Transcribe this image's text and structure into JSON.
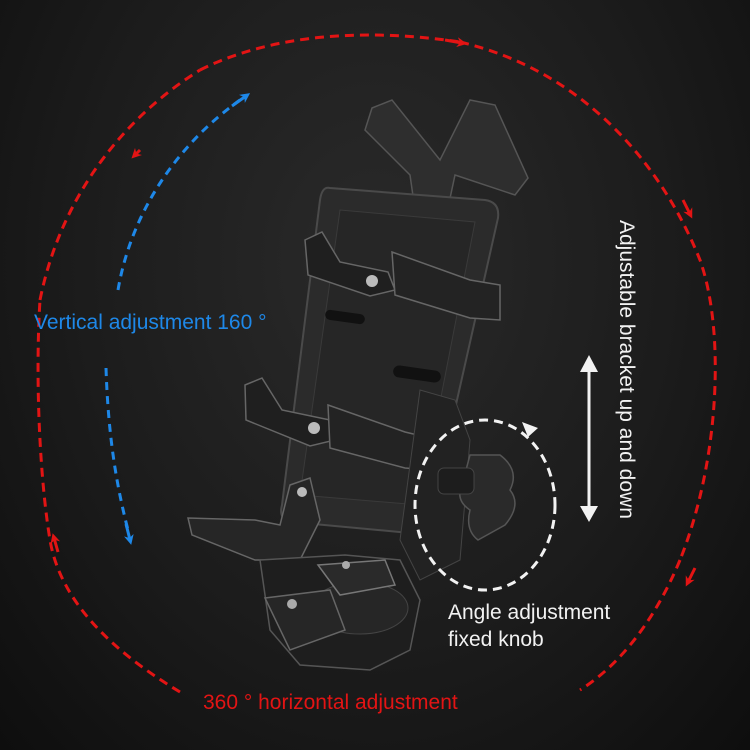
{
  "labels": {
    "vertical_adjustment": "Vertical adjustment 160 °",
    "horizontal_adjustment": "360 ° horizontal adjustment",
    "angle_knob_line1": "Angle adjustment",
    "angle_knob_line2": "fixed knob",
    "bracket_adjustment": "Adjustable bracket up and down"
  },
  "colors": {
    "background": "#1c1c1c",
    "horizontal_arrow": "#e31414",
    "vertical_arrow": "#1e88e8",
    "annotation_white": "#f2f2f2",
    "product_body": "#2b2b2b"
  },
  "icons": {
    "horizontal_rotation": "dashed-circular-arrows-icon",
    "vertical_rotation": "dashed-arc-arrows-icon",
    "knob_rotation": "dashed-circle-arrow-icon",
    "up_down": "double-headed-vertical-arrow-icon"
  }
}
